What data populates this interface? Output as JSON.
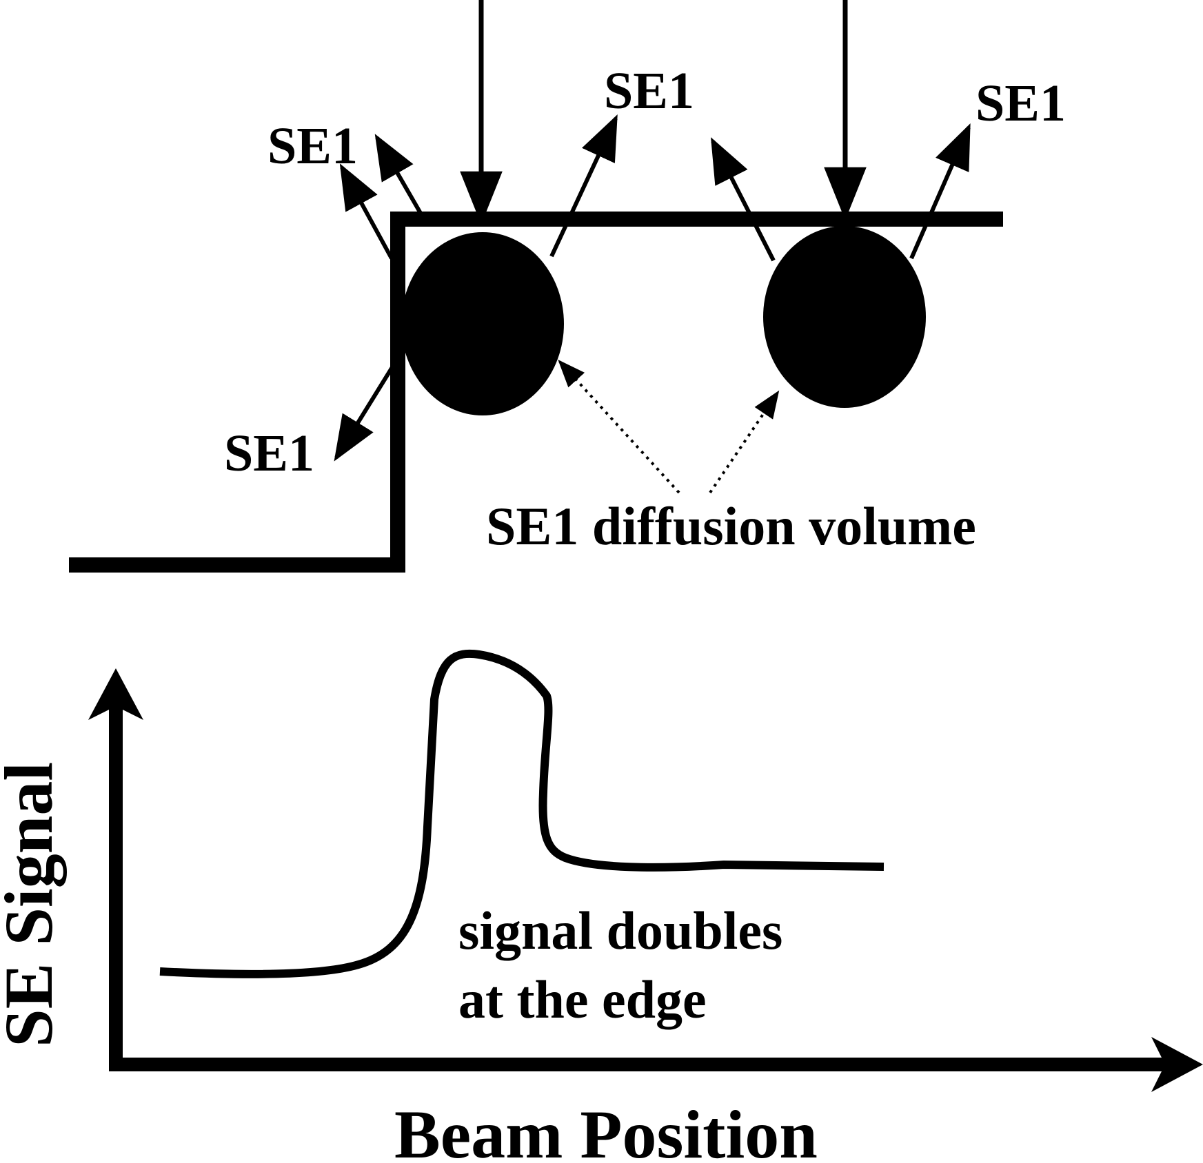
{
  "labels": {
    "se1_upper_left_outer": "SE1",
    "se1_upper_center": "SE1",
    "se1_upper_right": "SE1",
    "se1_lower_left": "SE1",
    "diffusion_volume": "SE1 diffusion volume",
    "annotation_line1": "signal doubles",
    "annotation_line2": "at the edge"
  },
  "axes": {
    "ylabel": "SE Signal",
    "xlabel": "Beam Position"
  },
  "colors": {
    "ink": "#000000",
    "background": "#ffffff"
  }
}
